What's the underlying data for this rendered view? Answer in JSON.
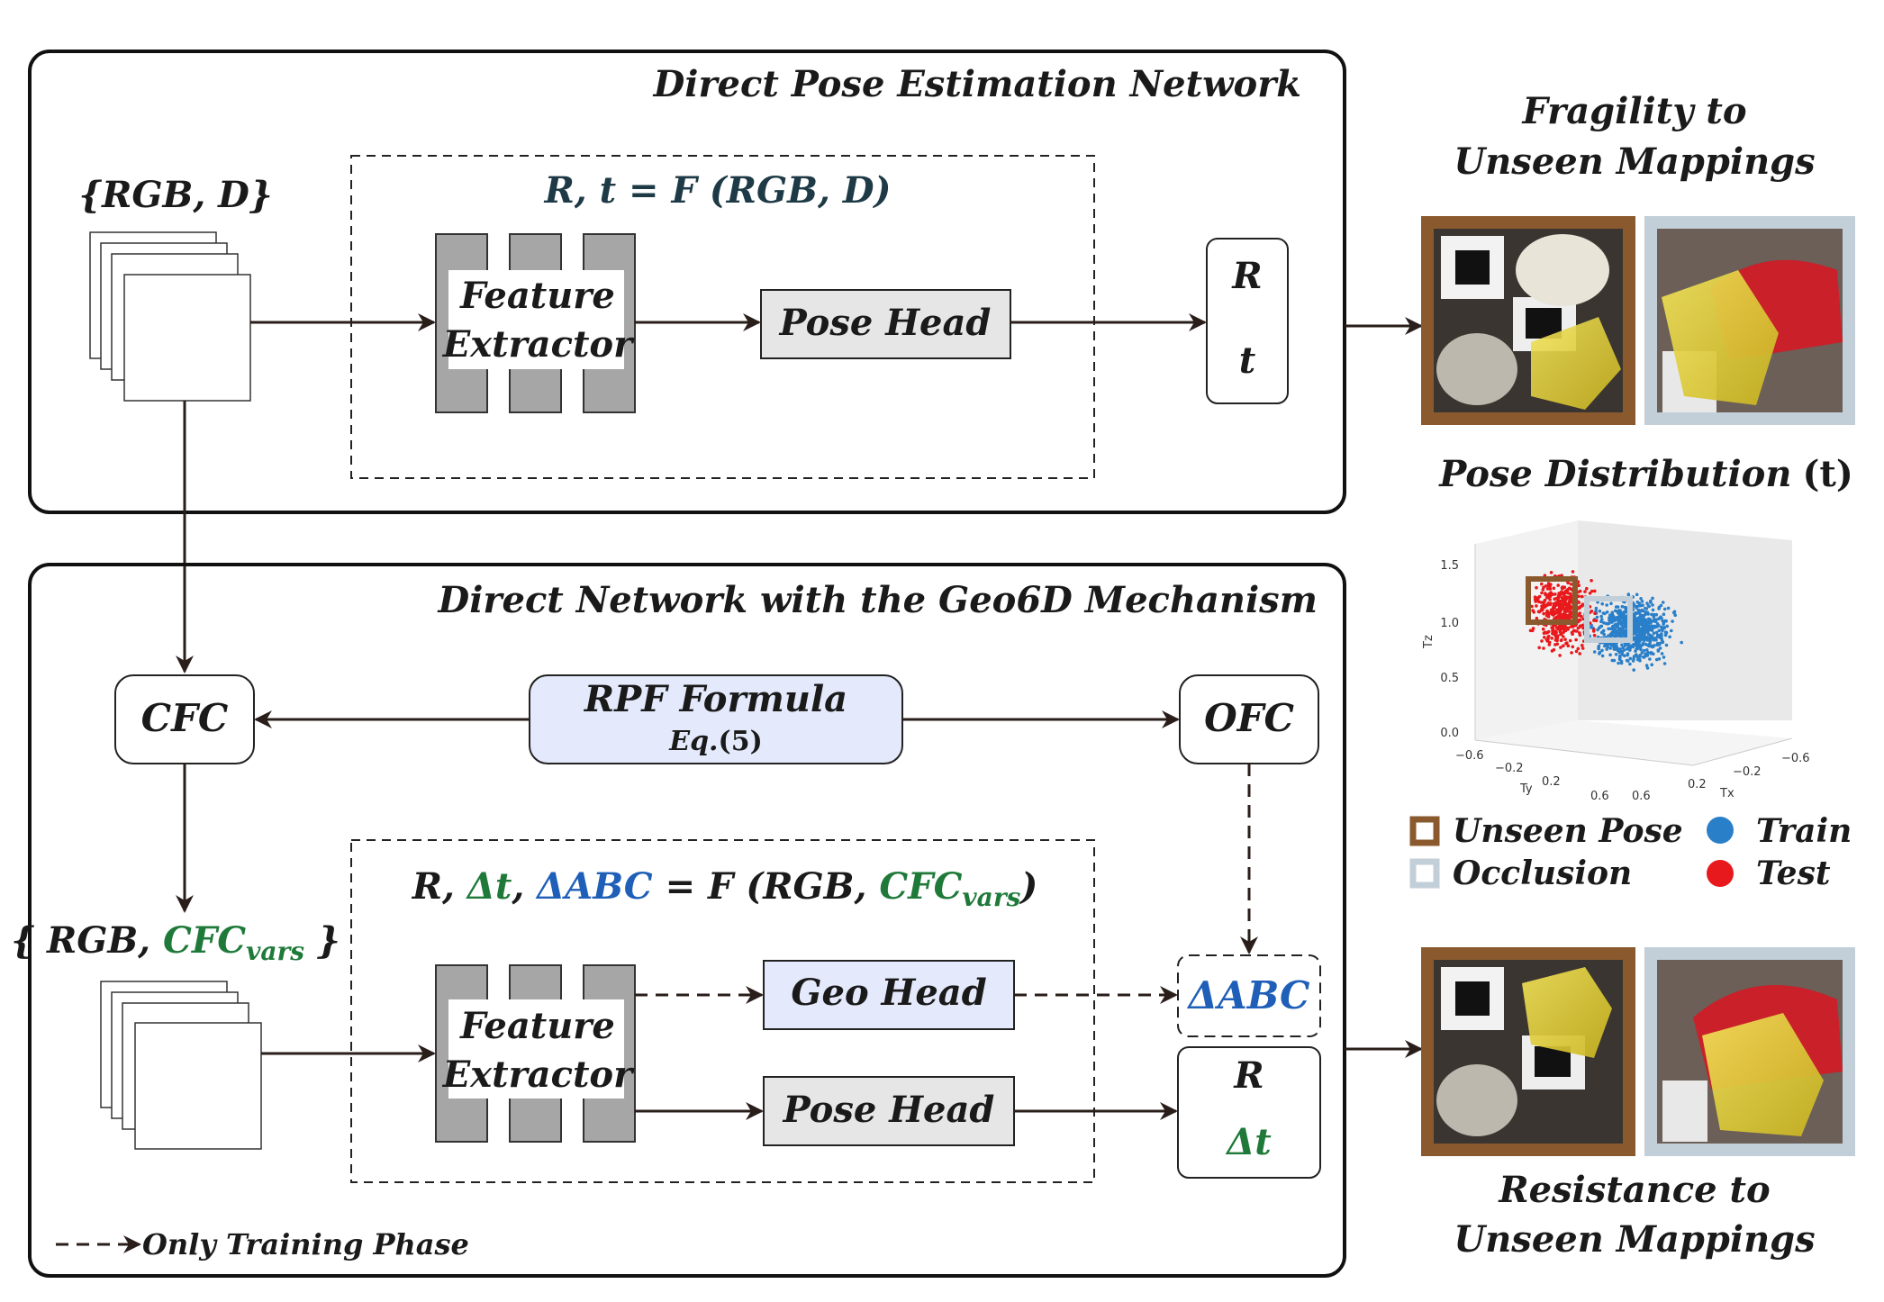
{
  "panels": {
    "top_title": "Direct Pose Estimation Network",
    "bottom_title": "Direct Network with the Geo6D Mechanism"
  },
  "top": {
    "input_label": "{RGB, D}",
    "formula": "R, t = F (RGB, D)",
    "feature_extractor_line1": "Feature",
    "feature_extractor_line2": "Extractor",
    "pose_head": "Pose Head",
    "out_r": "R",
    "out_t": "t"
  },
  "middle": {
    "cfc": "CFC",
    "ofc": "OFC",
    "rpf_title": "RPF Formula",
    "rpf_eq_prefix": "Eq.",
    "rpf_eq_num": "(5)"
  },
  "bottom": {
    "input_prefix": "{ RGB, ",
    "input_cfc": "CFC",
    "input_vars": "vars",
    "input_suffix": " }",
    "formula_r": "R, ",
    "formula_dt": "Δt",
    "formula_comma": ", ",
    "formula_dabc": "ΔABC",
    "formula_mid": " = F (RGB, ",
    "formula_cfc": "CFC",
    "formula_vars": "vars",
    "formula_end": ")",
    "feature_extractor_line1": "Feature",
    "feature_extractor_line2": "Extractor",
    "geo_head": "Geo Head",
    "pose_head": "Pose Head",
    "out_dabc": "ΔABC",
    "out_r": "R",
    "out_dt": "Δt",
    "legend_training": "Only Training Phase"
  },
  "right": {
    "fragility_line1": "Fragility to",
    "fragility_line2": "Unseen Mappings",
    "pose_dist_title": "Pose Distribution",
    "pose_dist_suffix": "(t)",
    "resistance_line1": "Resistance to",
    "resistance_line2": "Unseen Mappings"
  },
  "legend": {
    "unseen_pose": "Unseen Pose",
    "occlusion": "Occlusion",
    "train": "Train",
    "test": "Test"
  },
  "chart_data": {
    "type": "scatter",
    "title": "Pose Distribution (t)",
    "xlabel": "Tx",
    "ylabel": "Ty",
    "zlabel": "Tz",
    "x_ticks": [
      "−0.6",
      "−0.2",
      "0.2",
      "0.6"
    ],
    "y_ticks": [
      "0.6",
      "0.2",
      "−0.2",
      "−0.6"
    ],
    "z_ticks": [
      "0.0",
      "0.5",
      "1.0",
      "1.5"
    ],
    "series": [
      {
        "name": "Train",
        "color": "#2a7fc9"
      },
      {
        "name": "Test",
        "color": "#e8191c"
      }
    ]
  },
  "colors": {
    "unseen_pose_frame": "#8a5a2e",
    "occlusion_frame": "#c3cfd8",
    "rpf_fill": "#e4e9fb",
    "geo_head_fill": "#e4e9fb",
    "pose_head_fill": "#e6e6e6",
    "extractor_bar": "#a6a6a6",
    "green_text": "#1f7a3a",
    "blue_text": "#1f5fb8"
  }
}
